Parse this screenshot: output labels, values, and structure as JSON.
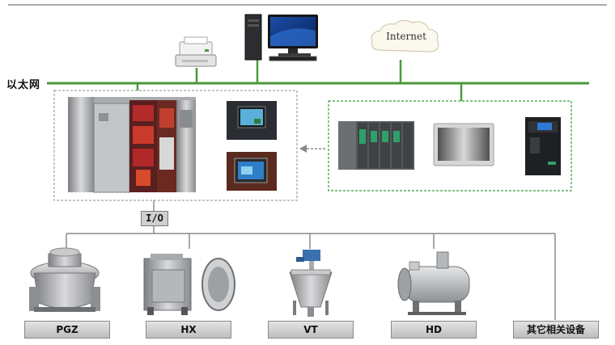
{
  "network": {
    "ethernet_label": "以太网",
    "internet_label": "Internet",
    "io_label": "I/O"
  },
  "devices": [
    {
      "label": "PGZ"
    },
    {
      "label": "HX"
    },
    {
      "label": "VT"
    },
    {
      "label": "HD"
    },
    {
      "label": "其它相关设备"
    }
  ],
  "colors": {
    "network_line": "#4a9a3a",
    "plc_box_border": "#3a9a3a",
    "control_box_border": "#888888",
    "bus_line": "#8a8a8a"
  }
}
